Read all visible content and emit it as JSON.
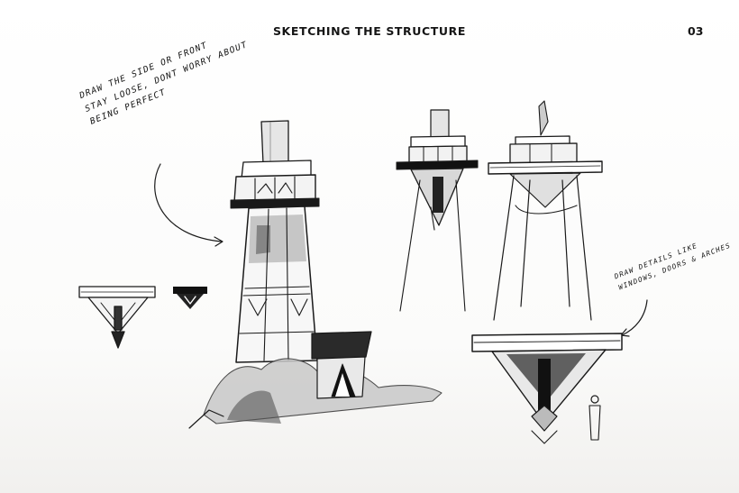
{
  "header": {
    "title": "SKETCHING THE STRUCTURE",
    "page_number": "03"
  },
  "annotations": [
    {
      "lines": [
        "DRAW THE SIDE OR FRONT",
        "STAY LOOSE, DONT WORRY ABOUT",
        "BEING PERFECT"
      ]
    },
    {
      "lines": [
        "DRAW DETAILS LIKE",
        "WINDOWS, DOORS & ARCHES"
      ]
    }
  ]
}
